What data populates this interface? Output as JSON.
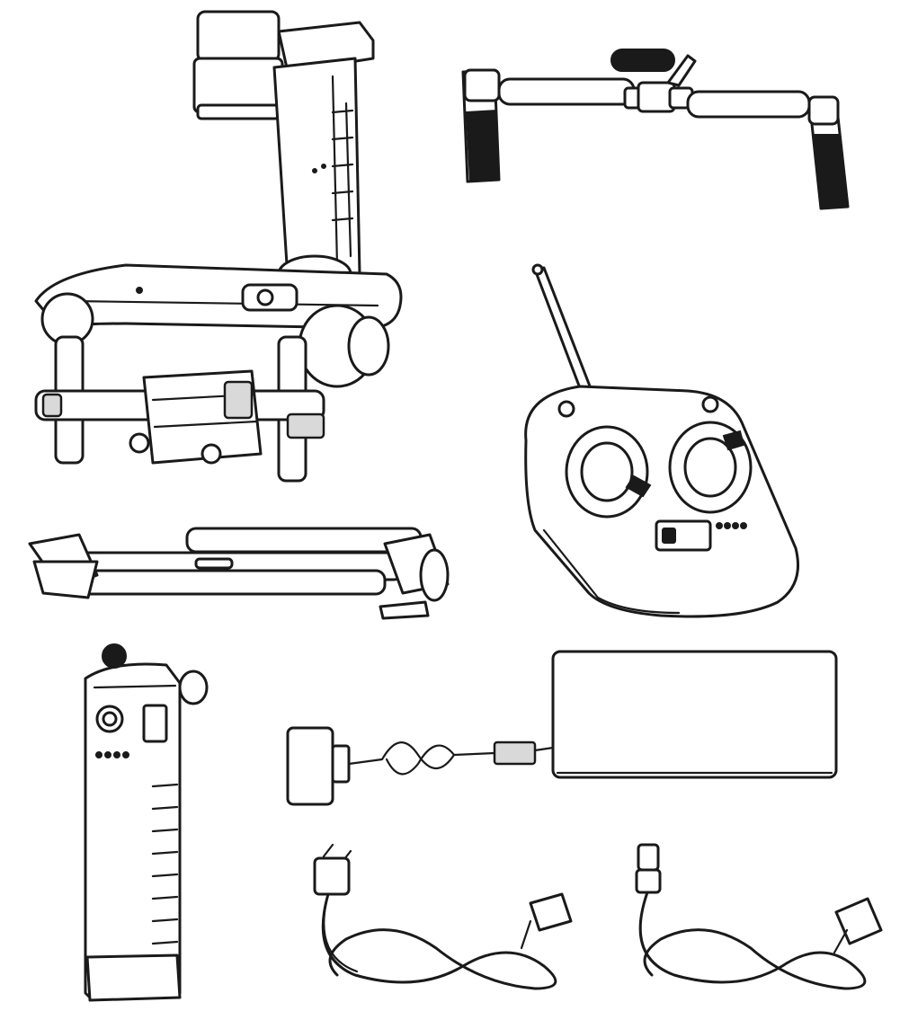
{
  "colors": {
    "line": "#1a1a1a",
    "background": "#ffffff",
    "shade": "#d9d9d9"
  },
  "items": [
    {
      "name": "gimbal",
      "icon": "gimbal-stabilizer-icon"
    },
    {
      "name": "dual-handle-bar",
      "icon": "handlebar-icon"
    },
    {
      "name": "remote-controller",
      "icon": "remote-controller-icon"
    },
    {
      "name": "stand",
      "icon": "folding-stand-icon"
    },
    {
      "name": "battery",
      "icon": "battery-grip-icon"
    },
    {
      "name": "power-adapter",
      "icon": "power-adapter-icon"
    },
    {
      "name": "ac-power-cable",
      "icon": "ac-power-cable-icon"
    },
    {
      "name": "usb-cable",
      "icon": "usb-cable-icon"
    }
  ]
}
